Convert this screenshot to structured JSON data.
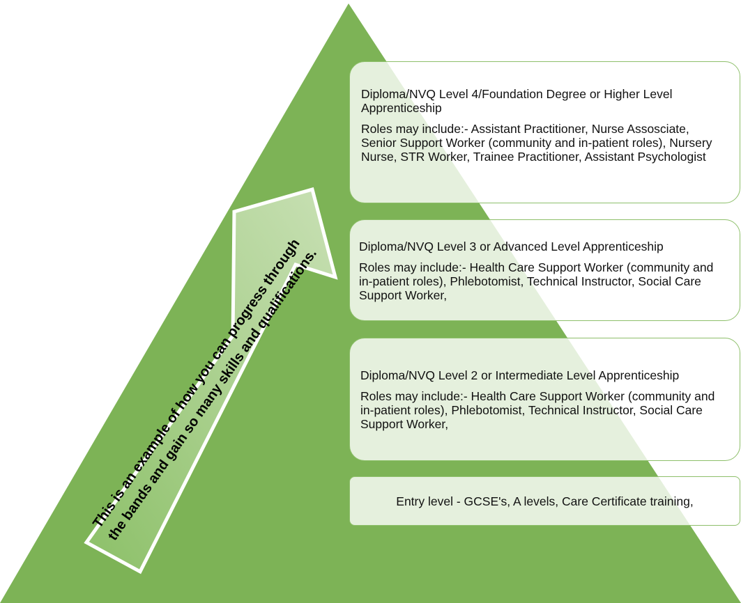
{
  "arrow": {
    "line1": "This is an example of how you can progress through",
    "line2": "the bands and gain so many skills and qualifications."
  },
  "levels": {
    "level4": {
      "title": "Diploma/NVQ Level 4/Foundation Degree or Higher Level Apprenticeship",
      "roles": "Roles may include:- Assistant Practitioner, Nurse Assosciate, Senior Support Worker (community and in-patient roles), Nursery Nurse, STR Worker, Trainee Practitioner, Assistant Psychologist"
    },
    "level3": {
      "title": "Diploma/NVQ Level 3 or Advanced Level Apprenticeship",
      "roles": "Roles may include:- Health Care Support Worker (community and in-patient roles), Phlebotomist, Technical Instructor, Social Care Support Worker,"
    },
    "level2": {
      "title": "Diploma/NVQ Level 2 or Intermediate Level Apprenticeship",
      "roles": "Roles may include:- Health Care Support Worker (community and in-patient roles), Phlebotomist, Technical Instructor, Social Care Support Worker,"
    },
    "entry": {
      "text": "Entry level - GCSE's, A levels, Care Certificate training,"
    }
  },
  "colors": {
    "triangle": "#7db356",
    "box_border": "#8dbf6a",
    "arrow_fill_start": "#8cc068",
    "arrow_fill_end": "#c8e0b4"
  }
}
